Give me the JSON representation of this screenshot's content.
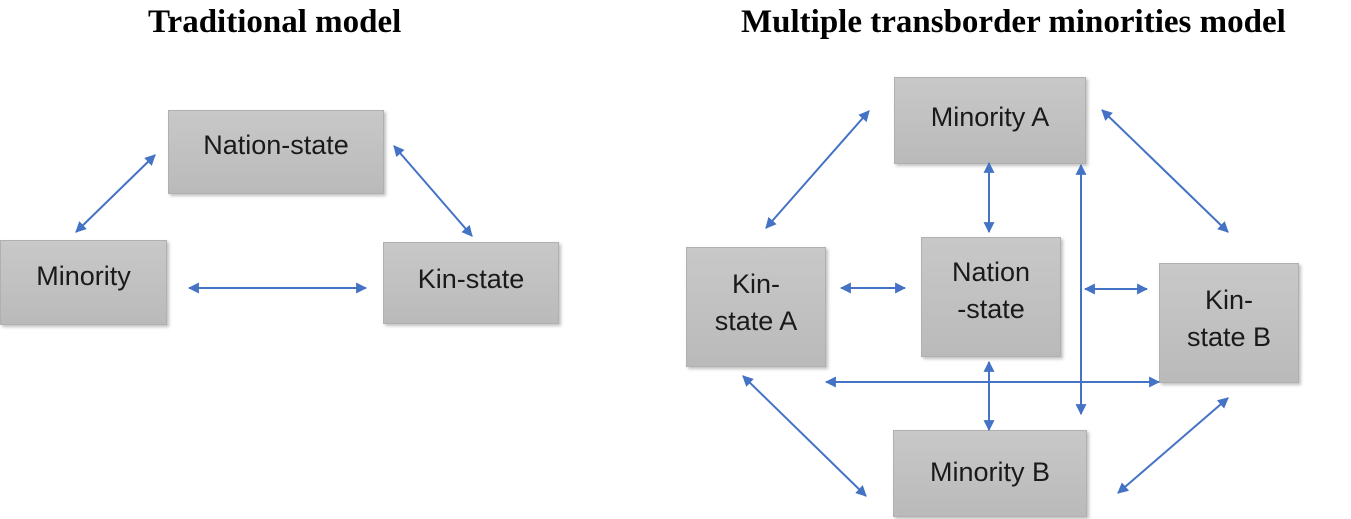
{
  "titles": {
    "left": "Traditional model",
    "right": "Multiple transborder minorities model"
  },
  "traditional": {
    "nation_state": "Nation-state",
    "minority": "Minority",
    "kin_state": "Kin-state"
  },
  "multiple": {
    "minority_a": "Minority A",
    "kin_state_a": [
      "Kin-",
      "state A"
    ],
    "nation_state": [
      "Nation",
      "-state"
    ],
    "kin_state_b": [
      "Kin-",
      "state B"
    ],
    "minority_b": "Minority B"
  },
  "arrow_color": "#4472c4",
  "node_color": "#c0c0c0"
}
